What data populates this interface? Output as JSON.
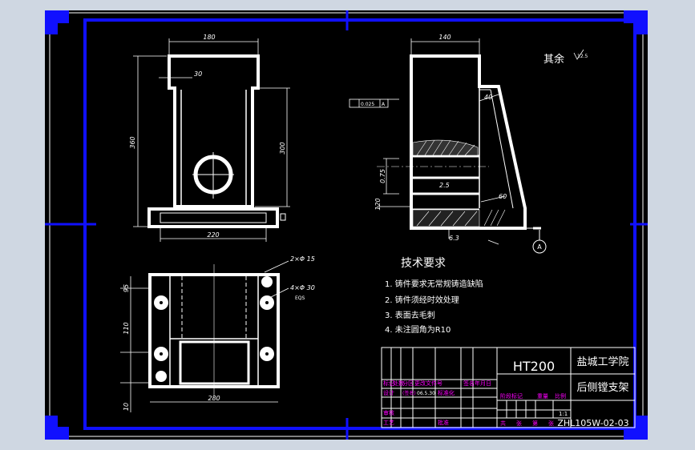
{
  "dims": {
    "top_width": "180",
    "top_wall": "30",
    "top_height": "360",
    "top_inner": "300",
    "top_base": "220",
    "bottom_hole_top": "2×Φ 15",
    "bottom_hole_2": "4×Φ 30",
    "bottom_hole_depth": "EQS",
    "bottom_left_1": "95",
    "bottom_left_2": "110",
    "bottom_left_3": "10",
    "bottom_width": "280",
    "side_width": "140",
    "side_rib": "40",
    "side_depth": "0.75",
    "side_center": "2.5",
    "side_slot": "60",
    "side_height": "120",
    "side_bottom": "6.3",
    "tolerance_frame": "0.025",
    "tolerance_datum": "A",
    "datum_letter": "A"
  },
  "roughness_note": "其余",
  "roughness_mark": "12.5",
  "tech_title": "技术要求",
  "tech_items": [
    "1. 铸件要求无常规铸造缺陷",
    "2. 铸件须经时效处理",
    "3. 表面去毛刺",
    "4. 未注圆角为R10"
  ],
  "title_block": {
    "material": "HT200",
    "school": "盐城工学院",
    "part_name": "后侧镗支架",
    "drawing_no": "ZHL105W-02-03",
    "scale": "1:1",
    "row1_labels": [
      "标记",
      "处数",
      "分区",
      "更改文件号",
      "签名",
      "年月日"
    ],
    "row2_labels": [
      "设计",
      "(签名)",
      "(年月日)",
      "标准化"
    ],
    "row2_values": [
      "",
      "06.5.30"
    ],
    "right_labels": [
      "阶段标记",
      "重量",
      "比例"
    ],
    "review_labels": [
      "审核",
      "工艺",
      "批准"
    ],
    "sheet_labels": [
      "共",
      "张",
      "第",
      "张"
    ]
  },
  "colors": {
    "background": "#000000",
    "frame": "#0000ff",
    "lines": "#ffffff",
    "magenta": "#ff00ff",
    "page": "#cfd7e2"
  }
}
